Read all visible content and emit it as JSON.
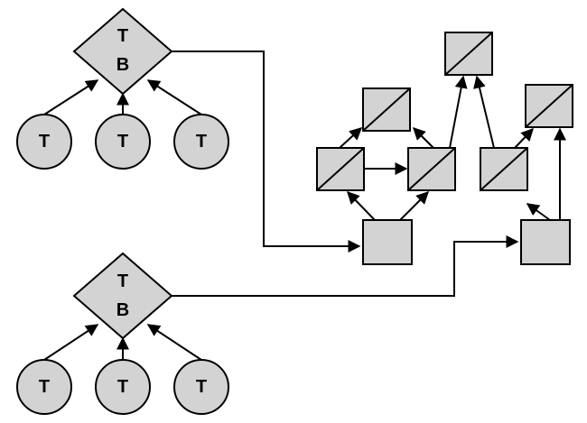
{
  "diagram": {
    "colors": {
      "node_fill": "#d3d3d3",
      "stroke": "#000000",
      "background": "#ffffff"
    },
    "top_group": {
      "diamond": {
        "line1": "T",
        "line2": "B"
      },
      "circles": [
        "T",
        "T",
        "T"
      ]
    },
    "bottom_group": {
      "diamond": {
        "line1": "T",
        "line2": "B"
      },
      "circles": [
        "T",
        "T",
        "T"
      ]
    }
  }
}
